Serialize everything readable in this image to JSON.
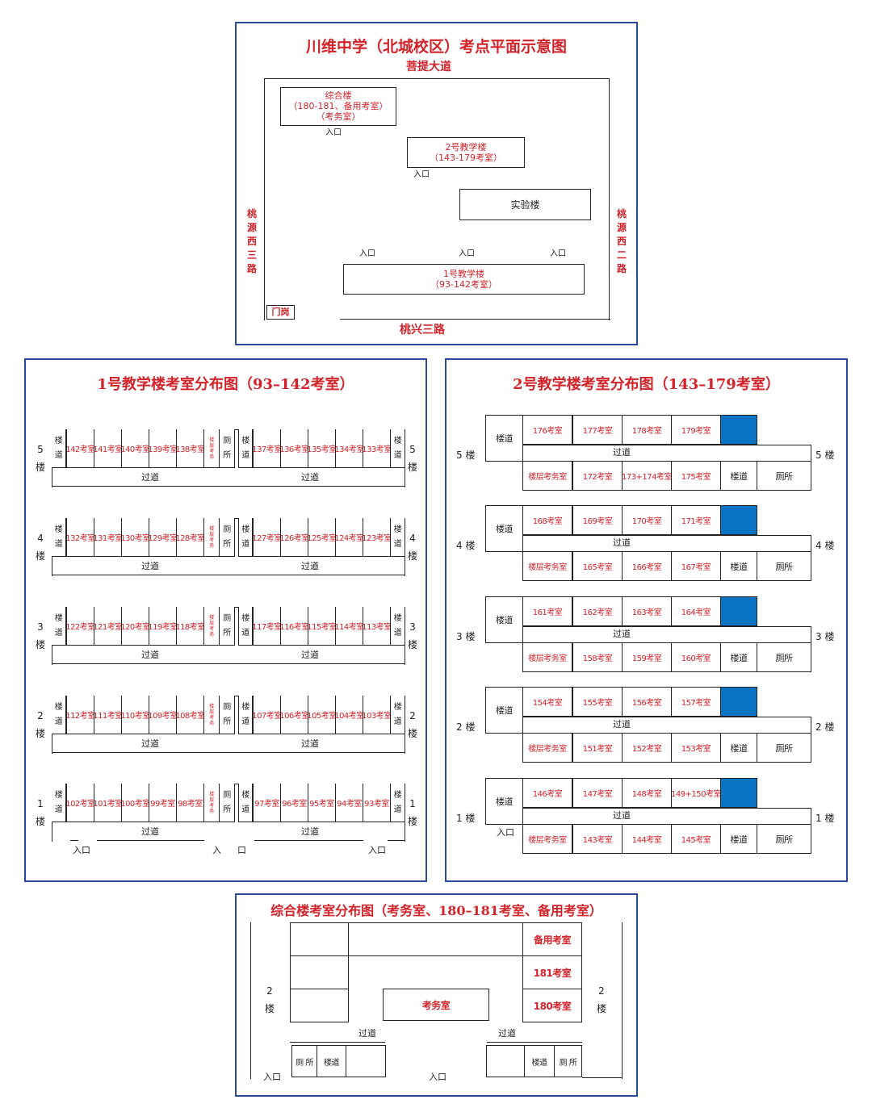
{
  "map": {
    "title": "川维中学（北城校区）考点平面示意图",
    "road_top": "菩提大道",
    "road_bottom": "桃兴三路",
    "road_left": "桃源西三路",
    "road_right": "桃源西二路",
    "zonghe": {
      "name": "综合楼",
      "line2": "（180-181、备用考室）",
      "line3": "（考务室）",
      "entry": "入口"
    },
    "jiaoxue2": {
      "name": "2号教学楼",
      "line2": "（143-179考室）",
      "entry": "入口"
    },
    "shiyan": "实验楼",
    "jiaoxue1": {
      "name": "1号教学楼",
      "line2": "（93-142考室）"
    },
    "entries": [
      "入口",
      "入口",
      "入口"
    ],
    "gate": "门岗"
  },
  "b1": {
    "title": "1号教学楼考室分布图（93–142考室）",
    "floors": [
      {
        "num": "5",
        "left": [
          "142考室",
          "141考室",
          "140考室",
          "139考室",
          "138考室"
        ],
        "right": [
          "137考室",
          "136考室",
          "135考室",
          "134考室",
          "133考室"
        ]
      },
      {
        "num": "4",
        "left": [
          "132考室",
          "131考室",
          "130考室",
          "129考室",
          "128考室"
        ],
        "right": [
          "127考室",
          "126考室",
          "125考室",
          "124考室",
          "123考室"
        ]
      },
      {
        "num": "3",
        "left": [
          "122考室",
          "121考室",
          "120考室",
          "119考室",
          "118考室"
        ],
        "right": [
          "117考室",
          "116考室",
          "115考室",
          "114考室",
          "113考室"
        ]
      },
      {
        "num": "2",
        "left": [
          "112考室",
          "111考室",
          "110考室",
          "109考室",
          "108考室"
        ],
        "right": [
          "107考室",
          "106考室",
          "105考室",
          "104考室",
          "103考室"
        ]
      },
      {
        "num": "1",
        "left": [
          "102考室",
          "101考室",
          "100考室",
          "99考室",
          "98考室"
        ],
        "right": [
          "97考室",
          "96考室",
          "95考室",
          "94考室",
          "93考室"
        ]
      }
    ],
    "lou": "楼",
    "dao": "道",
    "ce": "厕",
    "suo": "所",
    "louceng": [
      "楼",
      "层",
      "考",
      "务"
    ],
    "corridor": "过道",
    "entries": [
      "入口",
      "入",
      "口",
      "入口"
    ]
  },
  "b2": {
    "title": "2号教学楼考室分布图（143–179考室）",
    "floors": [
      {
        "label": "5 楼",
        "top": [
          "176考室",
          "177考室",
          "178考室",
          "179考室"
        ],
        "bottom": [
          "楼层考务室",
          "172考室",
          "173+174考室",
          "175考室"
        ]
      },
      {
        "label": "4 楼",
        "top": [
          "168考室",
          "169考室",
          "170考室",
          "171考室"
        ],
        "bottom": [
          "楼层考务室",
          "165考室",
          "166考室",
          "167考室"
        ]
      },
      {
        "label": "3 楼",
        "top": [
          "161考室",
          "162考室",
          "163考室",
          "164考室"
        ],
        "bottom": [
          "楼层考务室",
          "158考室",
          "159考室",
          "160考室"
        ]
      },
      {
        "label": "2 楼",
        "top": [
          "154考室",
          "155考室",
          "156考室",
          "157考室"
        ],
        "bottom": [
          "楼层考务室",
          "151考室",
          "152考室",
          "153考室"
        ]
      },
      {
        "label": "1 楼",
        "top": [
          "146考室",
          "147考室",
          "148考室",
          "149+150考室"
        ],
        "bottom": [
          "楼层考务室",
          "143考室",
          "144考室",
          "145考室"
        ]
      }
    ],
    "stair": "楼道",
    "toilet": "厕所",
    "corridor": "过道",
    "entry": "入口",
    "blue_color": "#0a74c4"
  },
  "zh": {
    "title": "综合楼考室分布图（考务室、180–181考室、备用考室）",
    "rooms": [
      "备用考室",
      "181考室",
      "180考室"
    ],
    "kaowu": "考务室",
    "corridor": [
      "过道",
      "过道"
    ],
    "floor_num": "2",
    "lou": "楼",
    "ce_suo": "厕 所",
    "stair": "楼道",
    "entries": [
      "入口",
      "入口"
    ]
  },
  "colors": {
    "accent_red": "#d2232a",
    "frame_blue": "#2b4a9a"
  }
}
